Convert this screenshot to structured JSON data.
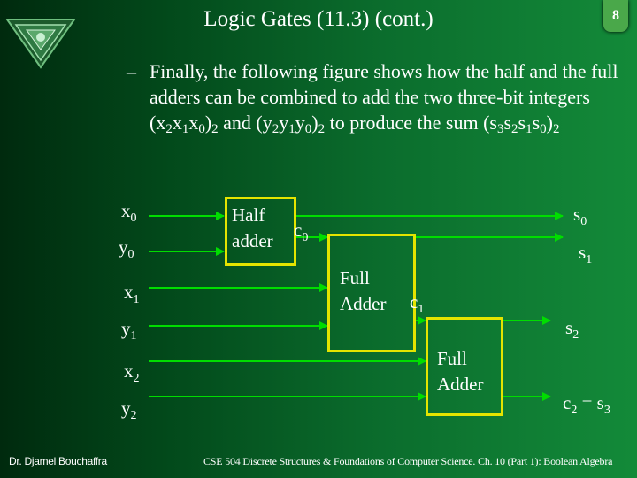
{
  "slide": {
    "title": "Logic Gates (11.3) (cont.)",
    "page_number": "8",
    "bullet_marker": "–",
    "bullet_runs": [
      {
        "t": "Finally, the following figure shows how the half and the full adders can be combined to add the two three-bit integers (x"
      },
      {
        "t": "2",
        "sub": true
      },
      {
        "t": "x"
      },
      {
        "t": "1",
        "sub": true
      },
      {
        "t": "x"
      },
      {
        "t": "0",
        "sub": true
      },
      {
        "t": ")"
      },
      {
        "t": "2",
        "sub": true
      },
      {
        "t": " and (y"
      },
      {
        "t": "2",
        "sub": true
      },
      {
        "t": "y"
      },
      {
        "t": "1",
        "sub": true
      },
      {
        "t": "y"
      },
      {
        "t": "0",
        "sub": true
      },
      {
        "t": ")"
      },
      {
        "t": "2",
        "sub": true
      },
      {
        "t": " to produce the sum (s"
      },
      {
        "t": "3",
        "sub": true
      },
      {
        "t": "s"
      },
      {
        "t": "2",
        "sub": true
      },
      {
        "t": "s"
      },
      {
        "t": "1",
        "sub": true
      },
      {
        "t": "s"
      },
      {
        "t": "0",
        "sub": true
      },
      {
        "t": ")"
      },
      {
        "t": "2",
        "sub": true
      }
    ]
  },
  "diagram": {
    "inputs": {
      "x0": {
        "base": "x",
        "sub": "0"
      },
      "y0": {
        "base": "y",
        "sub": "0"
      },
      "x1": {
        "base": "x",
        "sub": "1"
      },
      "y1": {
        "base": "y",
        "sub": "1"
      },
      "x2": {
        "base": "x",
        "sub": "2"
      },
      "y2": {
        "base": "y",
        "sub": "2"
      }
    },
    "half_adder": {
      "line1": "Half",
      "line2": "adder"
    },
    "full_adder_1": {
      "line1": "Full",
      "line2": "Adder"
    },
    "full_adder_2": {
      "line1": "Full",
      "line2": "Adder"
    },
    "carries": {
      "c0": {
        "base": "c",
        "sub": "0"
      },
      "c1": {
        "base": "c",
        "sub": "1"
      }
    },
    "outputs": {
      "s0": {
        "base": "s",
        "sub": "0"
      },
      "s1": {
        "base": "s",
        "sub": "1"
      },
      "s2": {
        "base": "s",
        "sub": "2"
      },
      "c2": {
        "base": "c",
        "sub": "2",
        "eq": " = s",
        "eq_sub": "3"
      }
    },
    "colors": {
      "wire": "#00dd00",
      "box": "#e4e400"
    }
  },
  "footer": {
    "author": "Dr. Djamel Bouchaffra",
    "course": "CSE 504 Discrete Structures & Foundations of Computer Science. Ch. 10 (Part 1): Boolean Algebra"
  }
}
